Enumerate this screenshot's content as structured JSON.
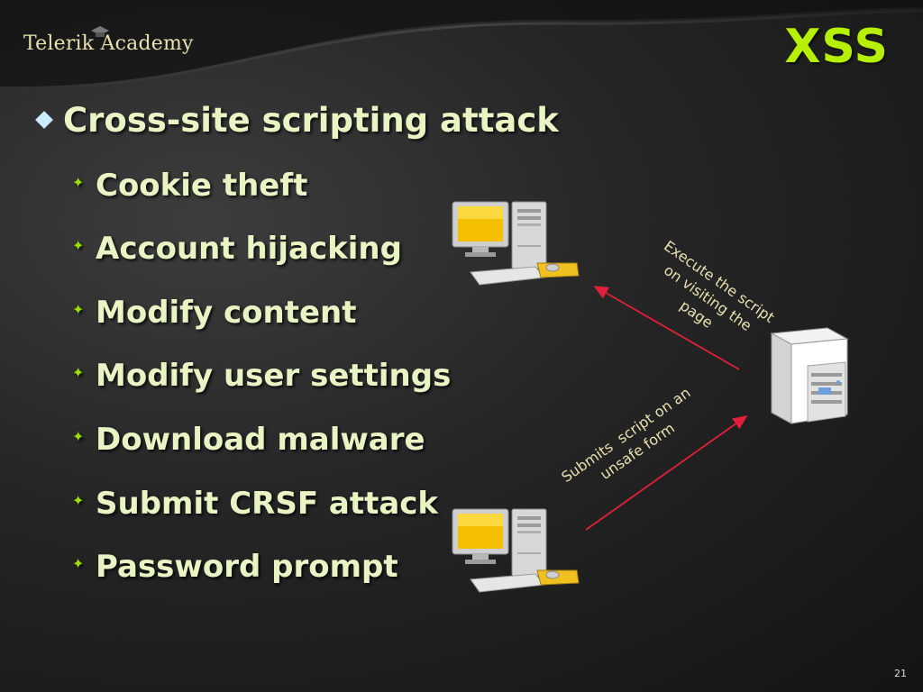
{
  "header": {
    "logo_text": "Telerik Academy",
    "title": "XSS"
  },
  "content": {
    "main_bullet": "Cross-site scripting attack",
    "sub_bullets": [
      "Cookie theft",
      "Account hijacking",
      "Modify content",
      "Modify user settings",
      "Download malware",
      "Submit CRSF attack",
      "Password prompt"
    ]
  },
  "diagram": {
    "label_top": [
      "Execute the script",
      "on visiting the",
      "page"
    ],
    "label_bottom": [
      "Submits  script on an",
      "unsafe form"
    ],
    "arrow_color": "#e0203a",
    "monitor_color": "#f5c000"
  },
  "footer": {
    "page_number": "21"
  },
  "colors": {
    "title": "#b6f000",
    "bullet_text": "#e9f4c4",
    "sub_bullet_marker": "#9be000",
    "background": "#262626"
  }
}
